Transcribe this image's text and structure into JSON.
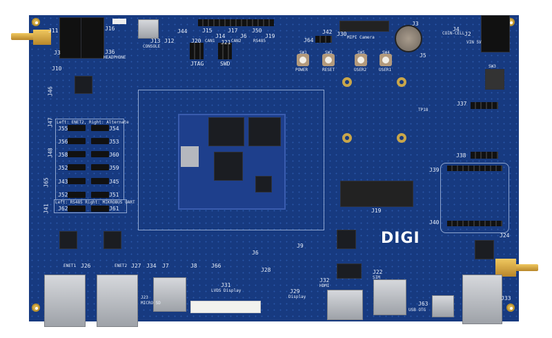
{
  "board": {
    "color": "#173a80",
    "logo": "DIGI"
  },
  "labels": {
    "j11": "J11",
    "j3a": "J3",
    "j10": "J10",
    "j16": "J16",
    "j13": "J13",
    "console": "CONSOLE",
    "j36": "J36",
    "headphone": "HEADPHONE",
    "j12": "J12",
    "j44": "J44",
    "j15": "J15",
    "j14": "J14",
    "j17": "J17",
    "j6a": "J6",
    "j50": "J50",
    "j19a": "J19",
    "can1": "CAN1",
    "can2": "CAN2",
    "rs485": "RS485",
    "j20": "J20",
    "jtag": "JTAG",
    "j21": "J21",
    "swd": "SWD",
    "j42": "J42",
    "j64": "J64",
    "j30": "J30",
    "mipi": "MIPI Camera",
    "j3b": "J3",
    "j5": "J5",
    "j4": "J4",
    "coin": "COIN-CELL",
    "j2": "J2",
    "vin": "VIN 5V",
    "sw1": "SW1",
    "power": "POWER",
    "sw2": "SW2",
    "reset": "RESET",
    "sw5": "SW5",
    "user2": "USER2",
    "sw4": "SW4",
    "user1": "USER1",
    "sw3": "SW3",
    "j37": "J37",
    "j38": "J38",
    "j39": "J39",
    "j40": "J40",
    "j24": "J24",
    "j33": "J33",
    "j63": "J63",
    "usbotg": "USB OTG",
    "j22": "J22",
    "sim": "SIM",
    "j32": "J32",
    "hdmi": "HDMI",
    "j29": "J29",
    "display": "Display",
    "j9": "J9",
    "j28": "J28",
    "j31": "J31",
    "lvds": "LVDS Display",
    "j6b": "J6",
    "j66": "J66",
    "j8": "J8",
    "j7": "J7",
    "j34": "J34",
    "j23": "J23",
    "microsd": "MICRO SD",
    "enet1": "ENET1",
    "j26": "J26",
    "enet2": "ENET2",
    "j27": "J27",
    "j19b": "J19",
    "tp18": "TP18",
    "j46": "J46",
    "j47": "J47",
    "j48": "J48",
    "j65": "J65",
    "j41": "J41",
    "jbox1": "Left: ENET2, Right: Alternate",
    "j55": "J55",
    "j54": "J54",
    "j56": "J56",
    "j53": "J53",
    "j58": "J58",
    "j60": "J60",
    "j52a": "J52",
    "j59": "J59",
    "j43": "J43",
    "j45": "J45",
    "j52b": "J52",
    "j51": "J51",
    "jbox2": "Left: RS485 Right: MIKROBUS UART",
    "j62": "J62",
    "j61": "J61"
  }
}
